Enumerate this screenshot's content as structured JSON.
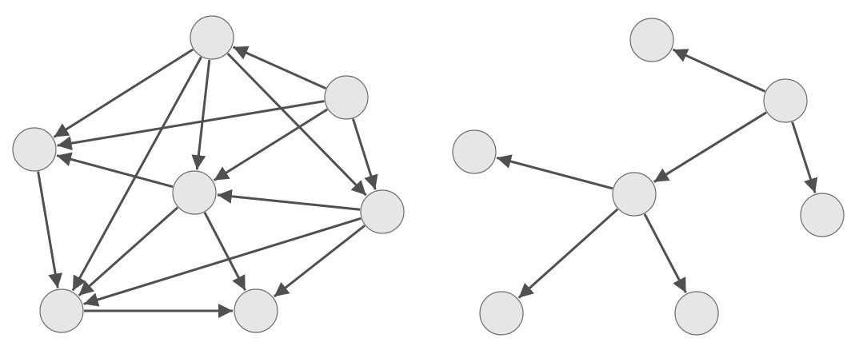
{
  "style": {
    "node_fill": "#e6e6e6",
    "node_stroke": "#6b6b6b",
    "edge_color": "#505050",
    "background": "#ffffff"
  },
  "graphs": [
    {
      "id": "dense-graph",
      "nodes": [
        "a",
        "b",
        "c",
        "d",
        "e",
        "f",
        "g"
      ],
      "edges": [
        [
          "a",
          "c"
        ],
        [
          "a",
          "d"
        ],
        [
          "a",
          "e"
        ],
        [
          "a",
          "f"
        ],
        [
          "b",
          "a"
        ],
        [
          "b",
          "c"
        ],
        [
          "b",
          "d"
        ],
        [
          "b",
          "f"
        ],
        [
          "c",
          "e"
        ],
        [
          "d",
          "c"
        ],
        [
          "d",
          "e"
        ],
        [
          "d",
          "g"
        ],
        [
          "e",
          "g"
        ],
        [
          "f",
          "d"
        ],
        [
          "f",
          "e"
        ],
        [
          "f",
          "g"
        ]
      ]
    },
    {
      "id": "tree-graph",
      "nodes": [
        "h",
        "i",
        "j",
        "k",
        "l",
        "m",
        "n"
      ],
      "edges": [
        [
          "i",
          "h"
        ],
        [
          "i",
          "k"
        ],
        [
          "i",
          "l"
        ],
        [
          "k",
          "j"
        ],
        [
          "k",
          "m"
        ],
        [
          "k",
          "n"
        ]
      ]
    }
  ]
}
